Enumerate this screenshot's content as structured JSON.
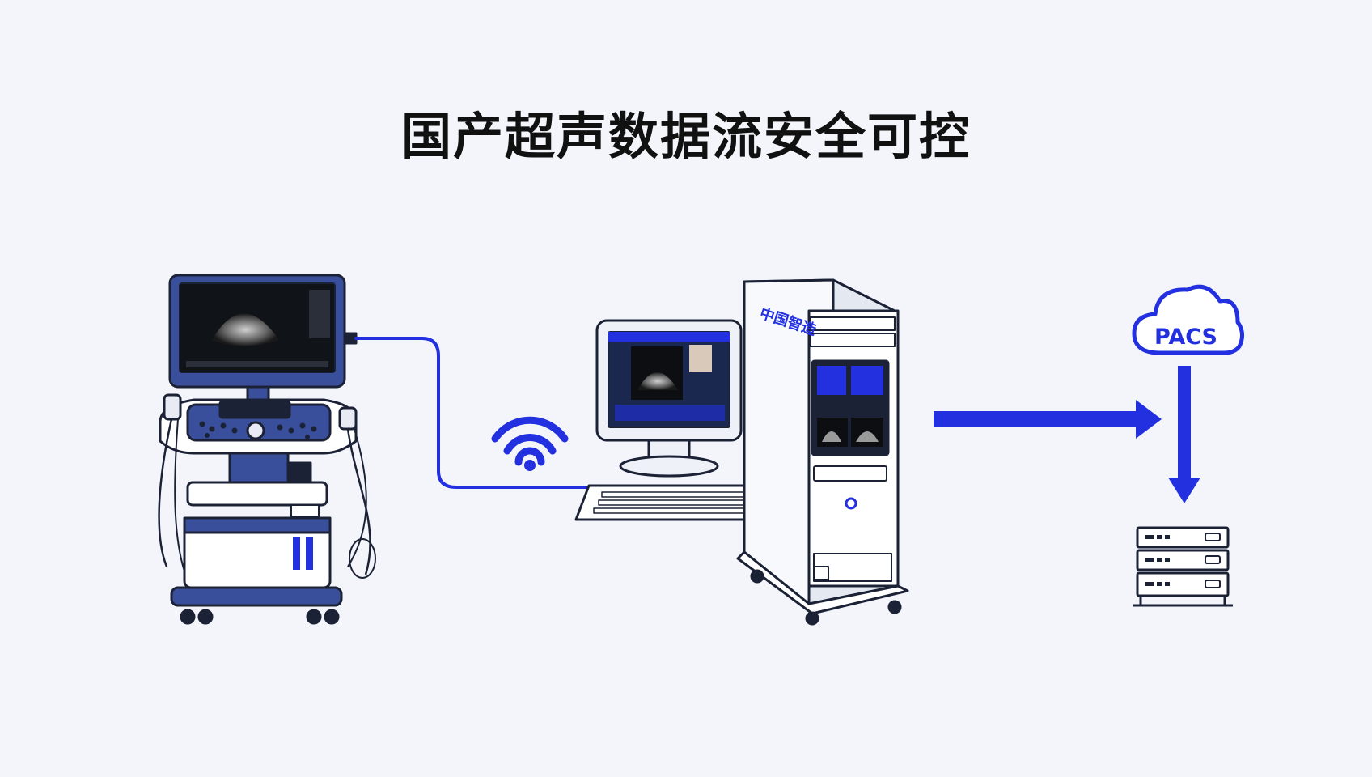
{
  "title": "国产超声数据流安全可控",
  "cloud": {
    "label": "PACS"
  },
  "brand_label": "中国智造",
  "colors": {
    "accent": "#2230e0",
    "navy": "#3a4f9c",
    "dark": "#1c2236",
    "background": "#f3f5fa"
  }
}
